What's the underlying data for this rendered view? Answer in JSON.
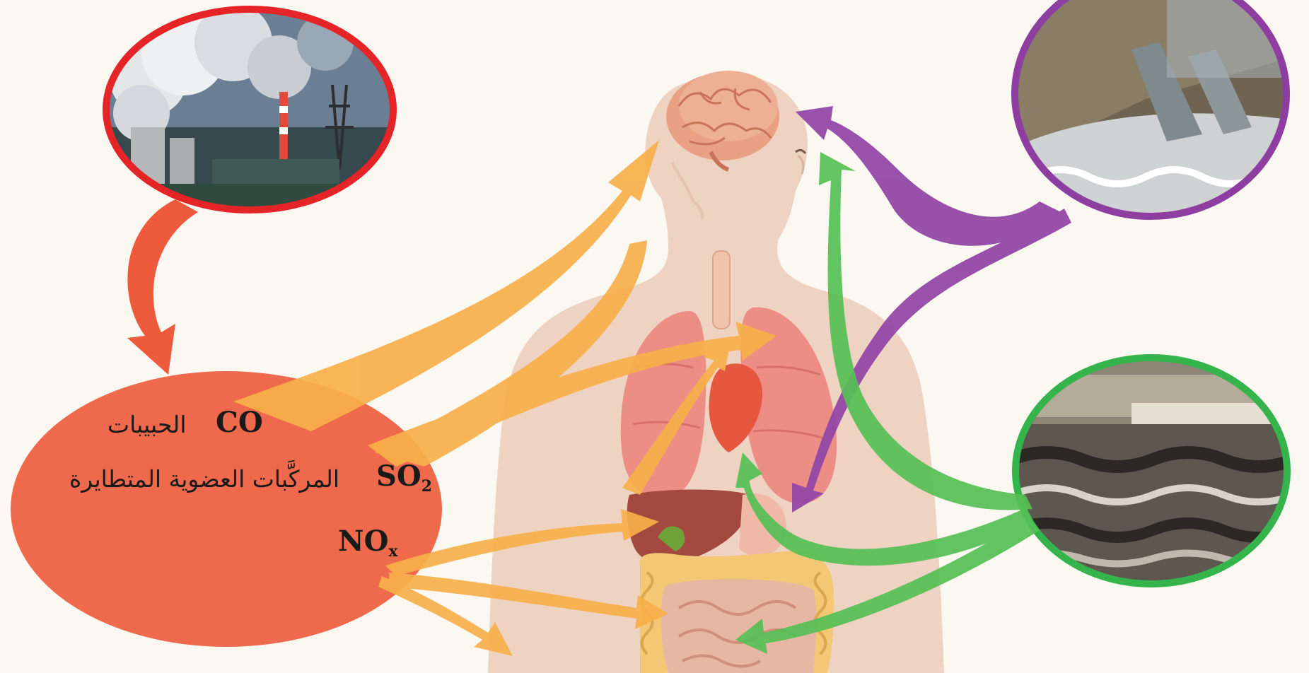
{
  "labels": {
    "co": "CO",
    "particles": "الحبيبات",
    "so_main": "SO",
    "so_sub": "2",
    "voc": "المركَّبات العضوية المتطايرة",
    "no_main": "NO",
    "no_sub": "x"
  },
  "colors": {
    "background": "#fbf7f1",
    "air_arrow": "#ee5a3c",
    "pollutant_blob": "#ef6a4c",
    "air_ring": "#e52428",
    "air_to_body_arrows": "#f7b04a",
    "water_ring": "#8d3ea0",
    "water_arrows": "#9448a6",
    "soil_ring": "#34b44a",
    "soil_arrows": "#55c055",
    "body": "#efd3c2"
  },
  "icons": [
    "power-plant-photo",
    "sewage-outflow-photo",
    "polluted-soil-photo",
    "human-body-illustration",
    "brain-icon",
    "lungs-icon",
    "heart-icon",
    "liver-icon",
    "intestines-icon"
  ]
}
